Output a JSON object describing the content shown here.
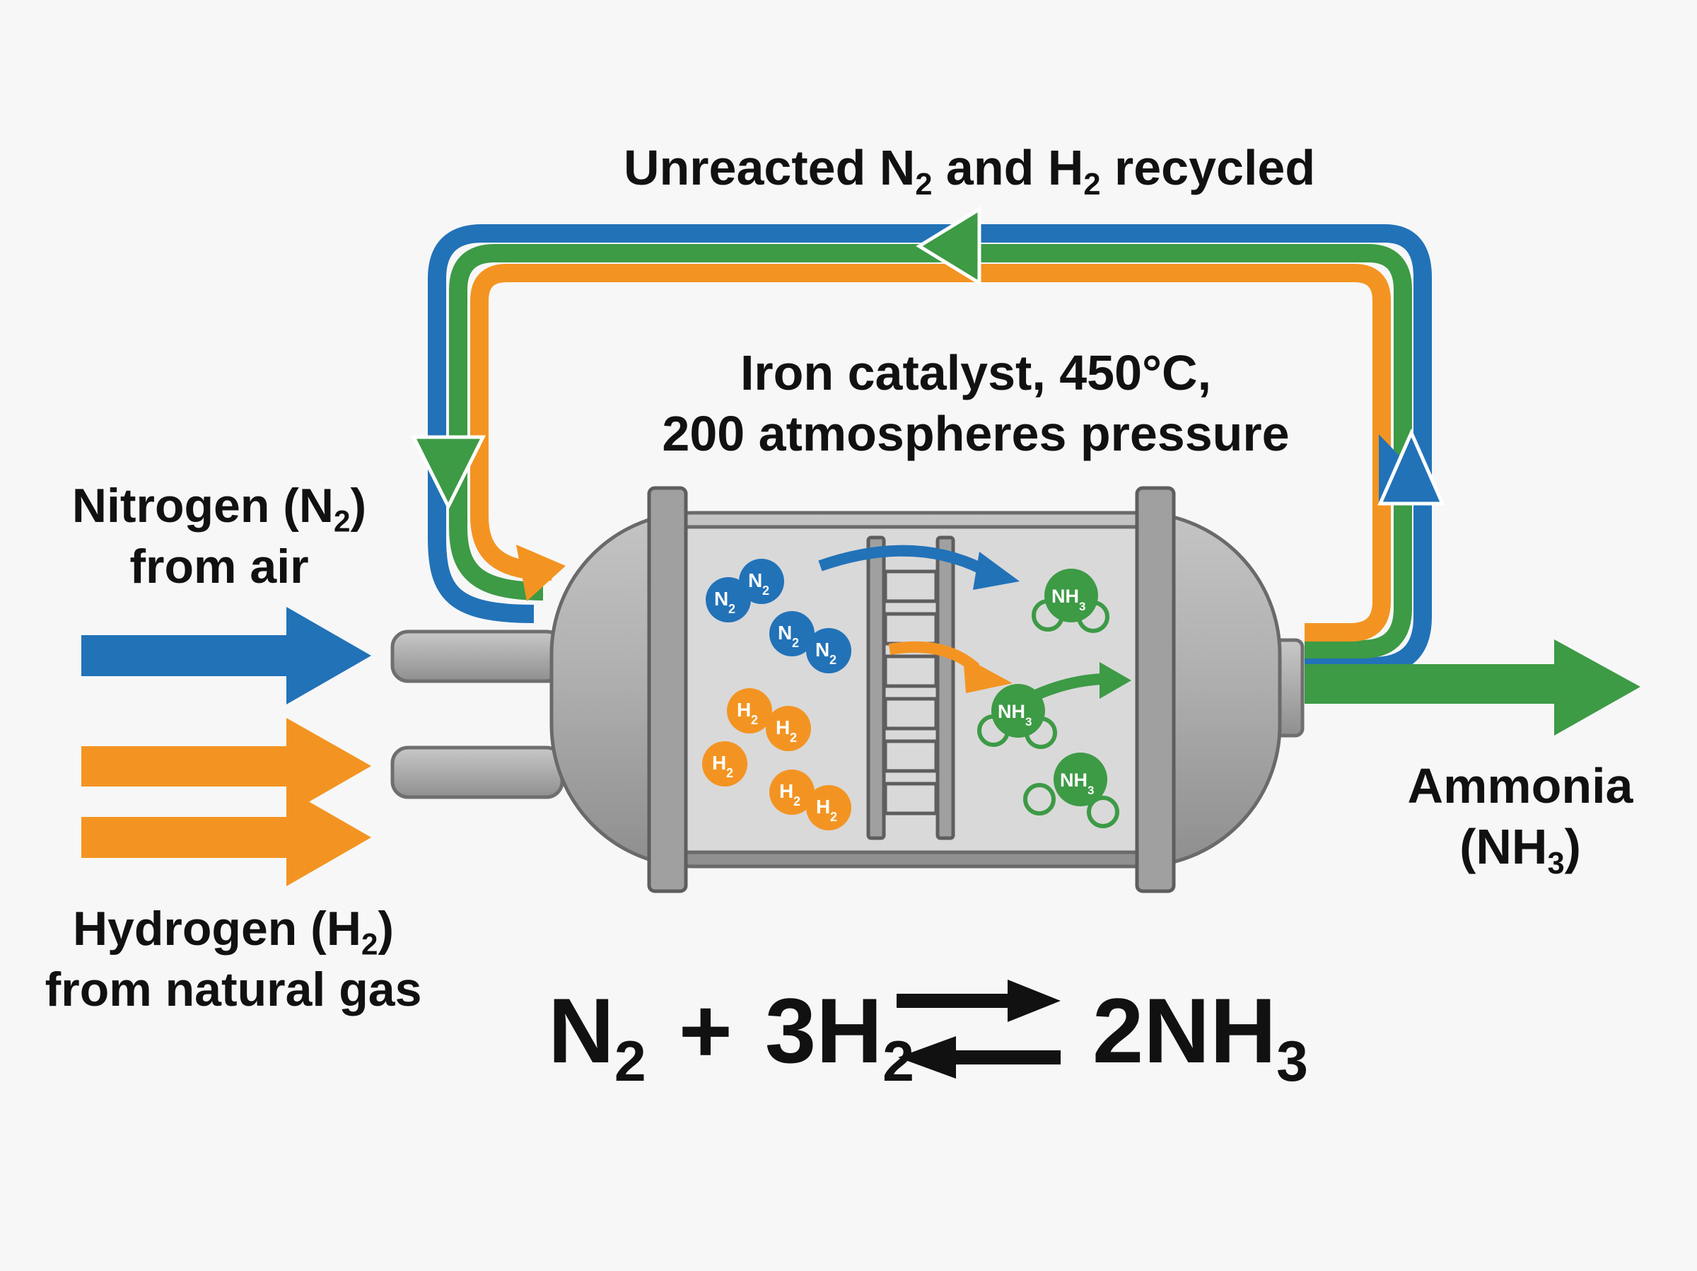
{
  "colors": {
    "nitrogen": "#2272b8",
    "hydrogen": "#f39422",
    "ammonia": "#3d9a45",
    "vessel": "#a9a9a9",
    "text": "#111111",
    "background": "#f7f7f7"
  },
  "labels": {
    "recycle": {
      "pre": "Unreacted N",
      "sub1": "2",
      "mid": " and H",
      "sub2": "2",
      "post": " recycled"
    },
    "conditions": {
      "line1": "Iron catalyst, 450°C,",
      "line2": "200 atmospheres pressure"
    },
    "nitrogen": {
      "line1_pre": "Nitrogen (N",
      "line1_sub": "2",
      "line1_post": ")",
      "line2": "from air"
    },
    "hydrogen": {
      "line1_pre": "Hydrogen (H",
      "line1_sub": "2",
      "line1_post": ")",
      "line2": "from natural gas"
    },
    "ammonia": {
      "line1": "Ammonia",
      "line2_pre": "(NH",
      "line2_sub": "3",
      "line2_post": ")"
    }
  },
  "equation": {
    "r1": "N",
    "r1_sub": "2",
    "plus": "+",
    "r2": "3H",
    "r2_sub": "2",
    "p1": "2NH",
    "p1_sub": "3"
  },
  "molecules": {
    "n2": {
      "main": "N",
      "sub": "2"
    },
    "h2": {
      "main": "H",
      "sub": "2"
    },
    "nh3": {
      "main": "NH",
      "sub": "3"
    }
  },
  "icons": [
    "blue-arrow-icon",
    "orange-arrow-icon",
    "green-arrow-icon",
    "equilibrium-arrows-icon",
    "catalyst-bed-icon"
  ]
}
